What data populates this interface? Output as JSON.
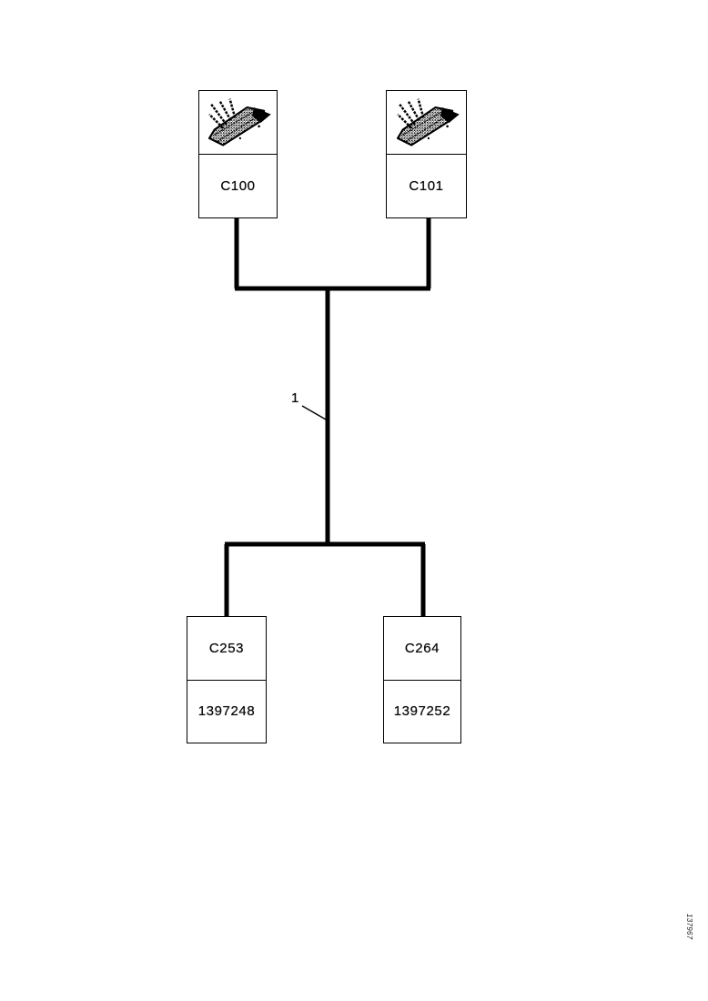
{
  "page": {
    "background_color": "#ffffff",
    "line_color": "#000000"
  },
  "diagram": {
    "type": "wiring-harness-connector-diagram",
    "harness_label": "1",
    "top_connectors": [
      {
        "id": "C100",
        "icon": "wire-connector-icon"
      },
      {
        "id": "C101",
        "icon": "wire-connector-icon"
      }
    ],
    "bottom_connectors": [
      {
        "id": "C253",
        "part_number": "1397248"
      },
      {
        "id": "C264",
        "part_number": "1397252"
      }
    ],
    "footer_code": "137967"
  }
}
